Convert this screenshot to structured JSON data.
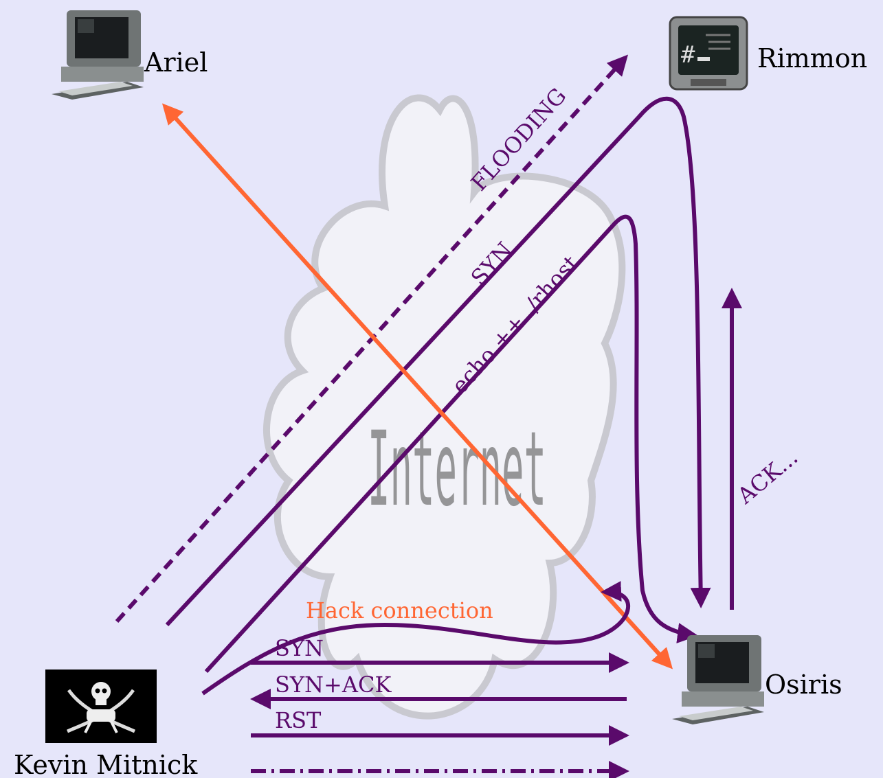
{
  "nodes": {
    "ariel": "Ariel",
    "rimmon": "Rimmon",
    "osiris": "Osiris",
    "kevin": "Kevin Mitnick"
  },
  "cloud_label": "Internet",
  "edge_labels": {
    "flooding": "FLOODING",
    "syn_diag": "SYN",
    "echo": "echo ++ ./rhost",
    "ack": "ACK...",
    "hack": "Hack connection",
    "syn": "SYN",
    "synack": "SYN+ACK",
    "rst": "RST"
  },
  "colors": {
    "background": "#e6e6fa",
    "purple": "#5a0a6b",
    "orange": "#ff6633"
  },
  "icons": {
    "ariel": "workstation-icon",
    "rimmon": "terminal-icon",
    "osiris": "workstation-icon",
    "kevin": "pirate-flag-icon"
  }
}
